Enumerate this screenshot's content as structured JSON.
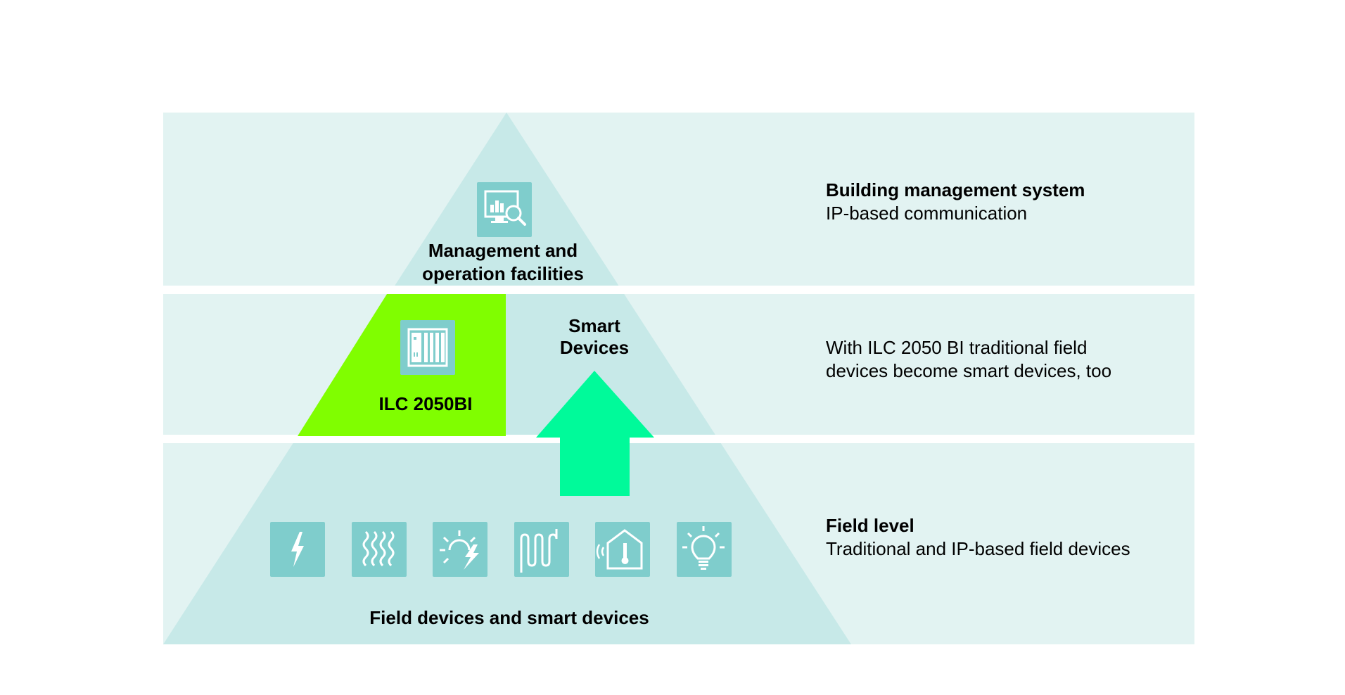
{
  "colors": {
    "band": "#e2f3f2",
    "pyramid": "#c7e9e8",
    "ilc_highlight": "#80fe00",
    "arrow": "#00fa9a",
    "icon_bg": "#7fcdcc",
    "icon_fg": "#ffffff"
  },
  "pyramid": {
    "top_label_line1": "Management and",
    "top_label_line2": "operation facilities",
    "ilc_label": "ILC 2050BI",
    "smart_line1": "Smart",
    "smart_line2": "Devices",
    "bottom_label": "Field devices and smart devices"
  },
  "levels": [
    {
      "heading": "Building management system",
      "line1": "IP-based communication"
    },
    {
      "line1": "With ILC 2050 BI traditional field",
      "line2": "devices become smart devices, too"
    },
    {
      "heading": "Field level",
      "line1": "Traditional and IP-based field devices"
    }
  ],
  "icons": {
    "top": "monitor-chart-search-icon",
    "ilc": "controller-module-icon",
    "field": [
      "lightning-icon",
      "heat-waves-icon",
      "solar-weather-icon",
      "heating-coil-icon",
      "smart-home-thermometer-icon",
      "light-bulb-icon"
    ]
  }
}
